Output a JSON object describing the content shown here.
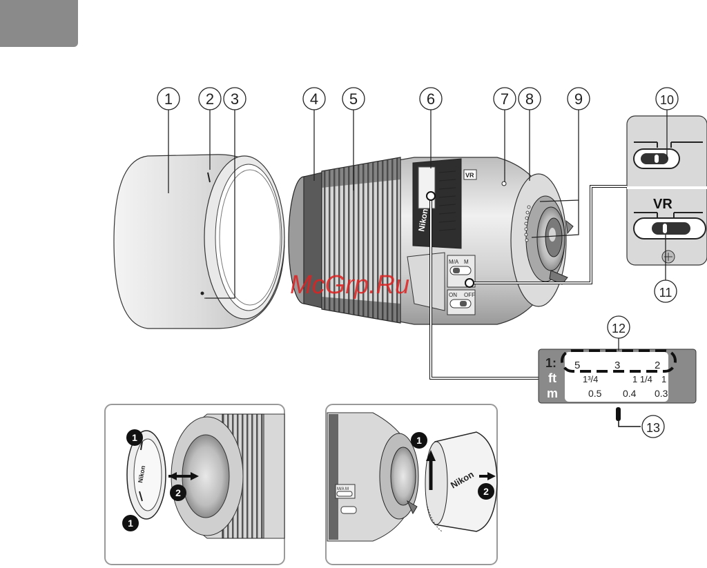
{
  "watermark": "McGrp.Ru",
  "callouts": [
    "1",
    "2",
    "3",
    "4",
    "5",
    "6",
    "7",
    "8",
    "9",
    "10",
    "11",
    "12",
    "13"
  ],
  "vr_label": "VR",
  "focus_mode_labels": [
    "M/A",
    "M"
  ],
  "vr_switch_labels": [
    "ON",
    "OFF"
  ],
  "brand_text": "Nikon",
  "lens_vr_badge": "VR",
  "distance_scale": {
    "ratio_label": "1:",
    "ft_label": "ft",
    "m_label": "m",
    "ratio_values": [
      "5",
      "3",
      "2"
    ],
    "ft_values": [
      "1³/4",
      "1 1/4",
      "1"
    ],
    "m_values": [
      "0.5",
      "0.4",
      "0.3"
    ]
  },
  "steps": [
    "1",
    "2"
  ],
  "colors": {
    "lens_dark": "#333333",
    "lens_mid": "#9a9a9a",
    "lens_light": "#e6e6e6",
    "panel_grey": "#8a8a8a",
    "watermark": "#d22"
  }
}
